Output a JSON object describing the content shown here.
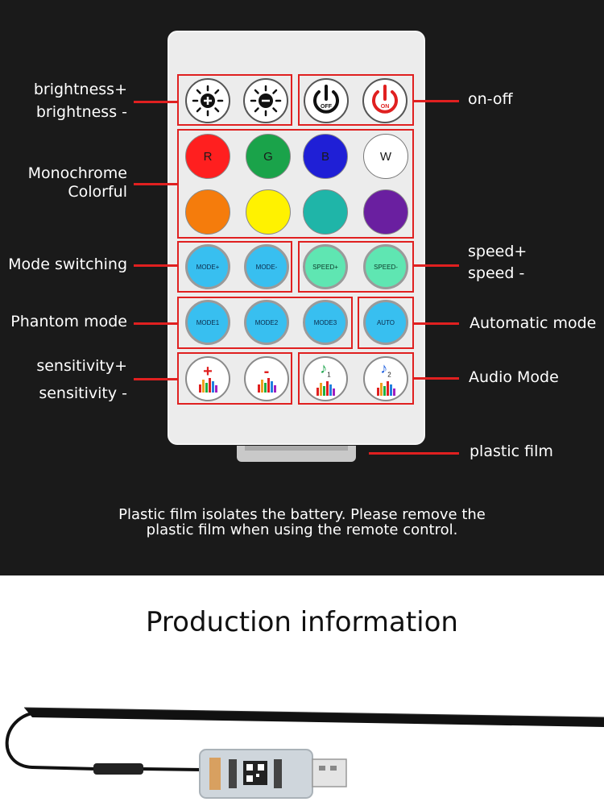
{
  "labels": {
    "brightness_plus": "brightness+",
    "brightness_minus": "brightness -",
    "on_off": "on-off",
    "monochrome": "Monochrome",
    "colorful": "Colorful",
    "mode_switching": "Mode switching",
    "speed_plus": "speed+",
    "speed_minus": "speed -",
    "phantom_mode": "Phantom mode",
    "automatic_mode": "Automatic mode",
    "sensitivity_plus": "sensitivity+",
    "sensitivity_minus": "sensitivity -",
    "audio_mode": "Audio Mode",
    "plastic_film": "plastic film"
  },
  "note": {
    "line1": "Plastic film isolates the battery. Please remove the",
    "line2": "plastic film when using the remote control."
  },
  "production_title": "Production information",
  "buttons": {
    "off": "OFF",
    "on": "ON",
    "r": "R",
    "g": "G",
    "b": "B",
    "w": "W",
    "mode_plus": "MODE+",
    "mode_minus": "MODE-",
    "speed_plus": "SPEED+",
    "speed_minus": "SPEED-",
    "mode1": "MODE1",
    "mode2": "MODE2",
    "mode3": "MODE3",
    "auto": "AUTO",
    "plus": "+",
    "minus": "-",
    "audio1_sub": "1",
    "audio2_sub": "2"
  },
  "colors": {
    "red": "#ff1f1f",
    "green": "#1aa34a",
    "blue": "#1f1fd6",
    "white": "#ffffff",
    "orange": "#f57c0c",
    "yellow": "#fff200",
    "teal": "#1fb5a8",
    "purple": "#6a1fa0",
    "accent_red": "#e02020"
  },
  "icons": {
    "brightness_up": "sun-plus-icon",
    "brightness_down": "sun-minus-icon",
    "power_off": "power-icon",
    "power_on": "power-icon",
    "music": "music-note-icon",
    "equalizer": "equalizer-bars-icon"
  }
}
